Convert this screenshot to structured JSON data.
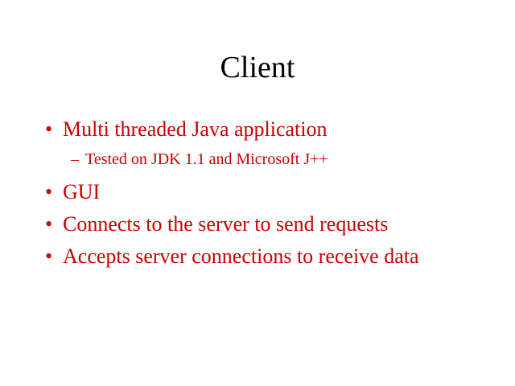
{
  "slide": {
    "title": "Client",
    "bullets": [
      {
        "text": "Multi threaded Java application",
        "sub": [
          "Tested on JDK 1.1 and Microsoft J++"
        ]
      },
      {
        "text": "GUI"
      },
      {
        "text": "Connects to the server to send requests"
      },
      {
        "text": "Accepts server connections to receive data"
      }
    ],
    "bullet_glyph": "•",
    "sub_glyph": "–",
    "colors": {
      "title": "#000000",
      "body_text": "#cc0000",
      "background": "#ffffff"
    }
  }
}
